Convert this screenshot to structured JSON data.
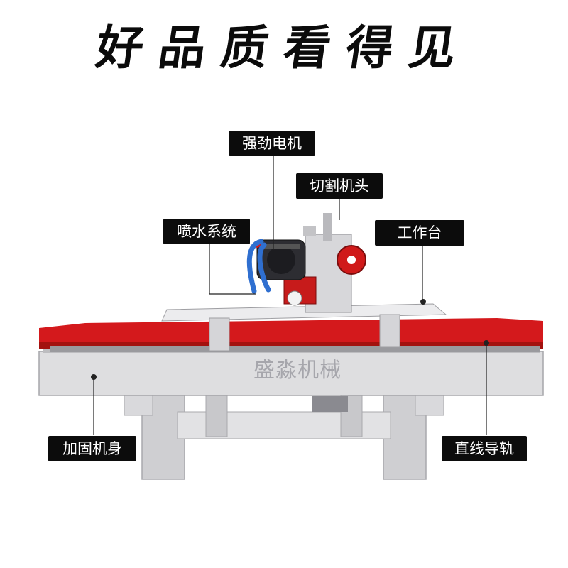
{
  "headline": "好品质看得见",
  "watermark": "盛淼机械",
  "callouts": {
    "motor": "强劲电机",
    "cutting_head": "切割机头",
    "water_system": "喷水系统",
    "worktable": "工作台",
    "frame": "加固机身",
    "guide_rail": "直线导轨"
  },
  "colors": {
    "rail_red": "#d4191c",
    "body_grey": "#dcdcde",
    "label_bg": "#0c0c0c",
    "hose_blue": "#2f6fd0"
  }
}
